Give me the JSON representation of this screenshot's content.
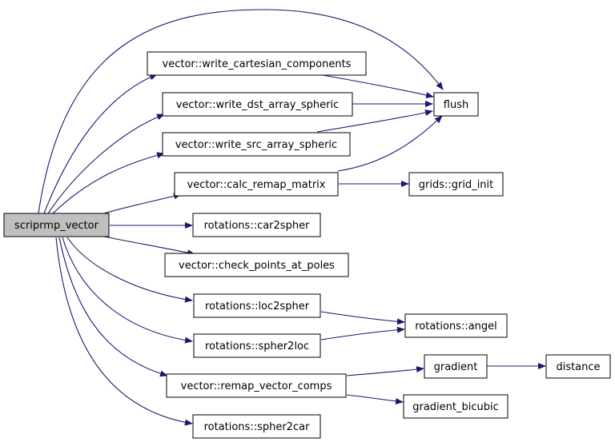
{
  "graph": {
    "edge_color": "#191970",
    "root_fill": "#bfbfbf",
    "nodes": {
      "root": "scriprmp_vector",
      "write_cart": "vector::write_cartesian_components",
      "write_dst": "vector::write_dst_array_spheric",
      "write_src": "vector::write_src_array_spheric",
      "calc_remap": "vector::calc_remap_matrix",
      "car2spher": "rotations::car2spher",
      "check_poles": "vector::check_points_at_poles",
      "loc2spher": "rotations::loc2spher",
      "spher2loc": "rotations::spher2loc",
      "remap_comps": "vector::remap_vector_comps",
      "spher2car": "rotations::spher2car",
      "flush": "flush",
      "grid_init": "grids::grid_init",
      "angel": "rotations::angel",
      "gradient": "gradient",
      "gradient_bicubic": "gradient_bicubic",
      "distance": "distance"
    }
  }
}
